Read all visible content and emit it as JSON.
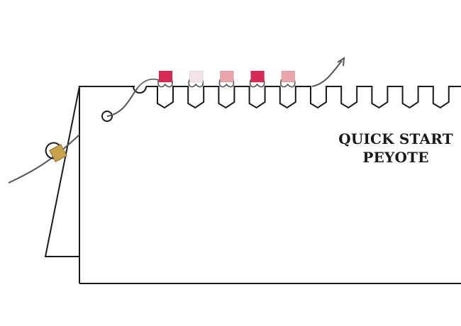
{
  "title_lines": [
    "QUICK START",
    "PEYOTE"
  ],
  "colors": {
    "outline": "#1a1a1a",
    "thread": "#555555",
    "stop_bead": "#c9a24b",
    "bead_red": "#d62b55",
    "bead_pink": "#e8a6aa",
    "bead_pale": "#f2e4e6"
  },
  "beads": [
    {
      "color": "bead_red"
    },
    {
      "color": "bead_pale"
    },
    {
      "color": "bead_pink"
    },
    {
      "color": "bead_red"
    },
    {
      "color": "bead_pink"
    }
  ],
  "empty_slots": 5
}
